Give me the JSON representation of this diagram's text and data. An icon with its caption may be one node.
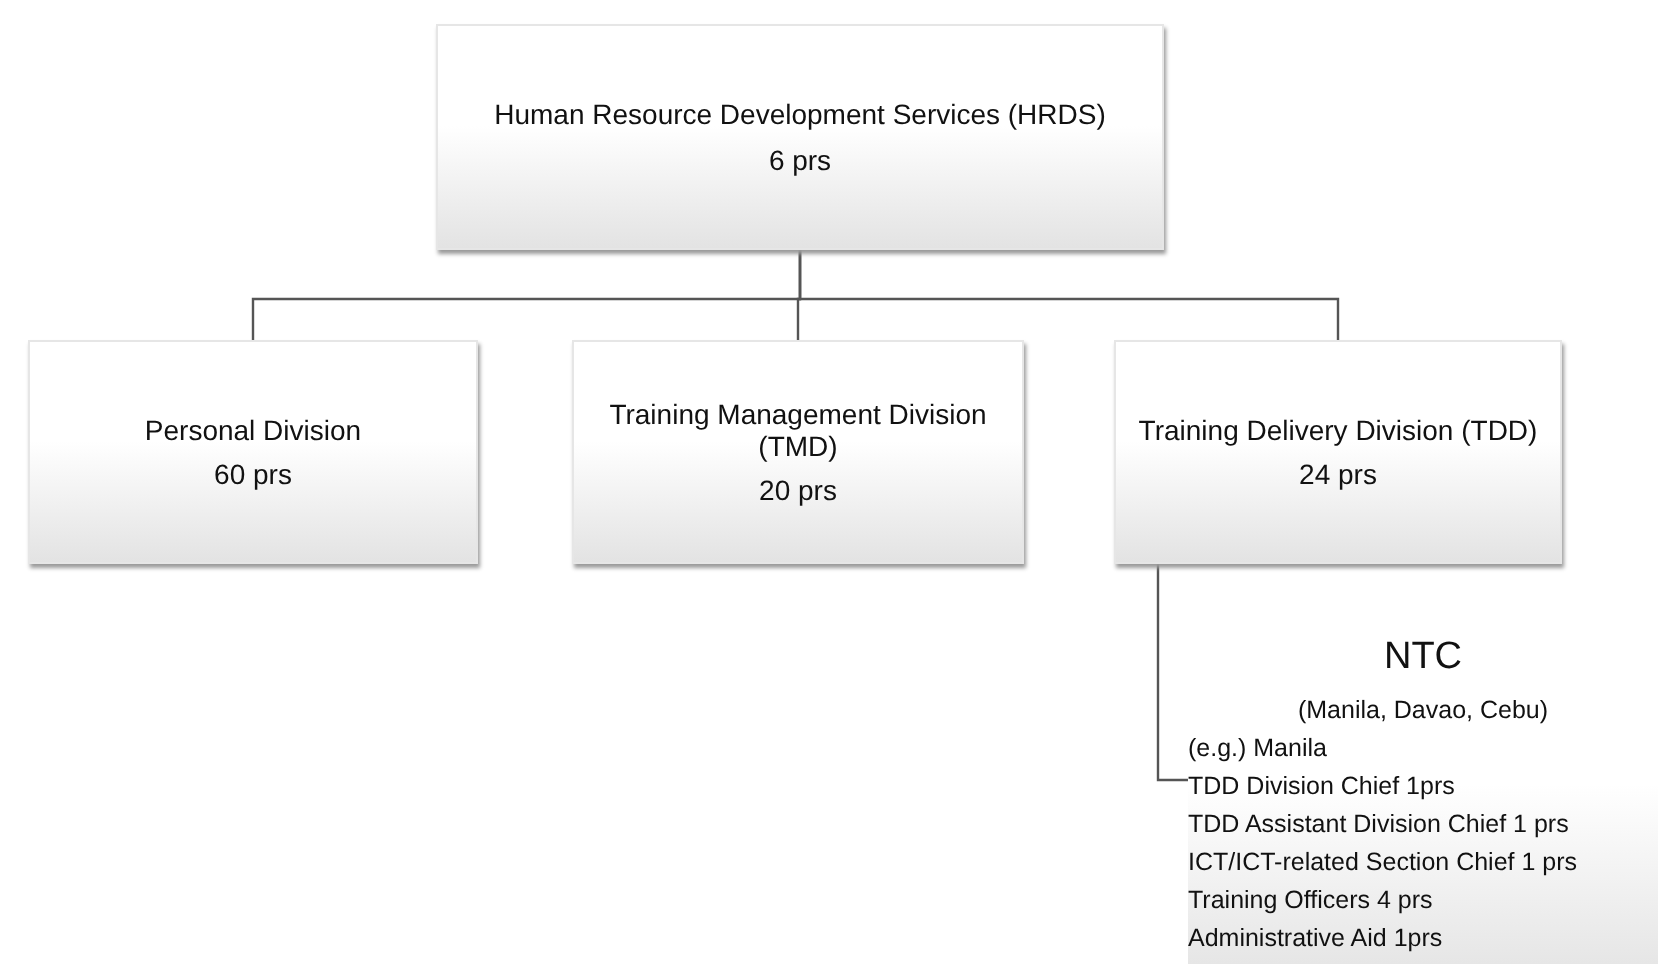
{
  "diagram": {
    "nodes": [
      {
        "text": [
          "Human Resource Development Services (HRDS)",
          "6 prs"
        ]
      },
      {
        "text": [
          "Personal Division",
          "60 prs"
        ]
      },
      {
        "text": [
          "Training Management Division (TMD)",
          "20 prs"
        ]
      },
      {
        "text": [
          "Training Delivery Division (TDD)",
          "24 prs"
        ]
      },
      {
        "text": [
          "NTC",
          "(Manila, Davao, Cebu)",
          "(e.g.) Manila",
          "TDD Division Chief 1prs",
          "TDD Assistant Division Chief 1 prs",
          "ICT/ICT-related Section Chief 1 prs",
          "Training Officers 4 prs",
          "Administrative Aid 1prs"
        ]
      }
    ],
    "edges": [
      {
        "from": 0,
        "to": 1,
        "arrow": "none"
      },
      {
        "from": 0,
        "to": 2,
        "arrow": "none"
      },
      {
        "from": 0,
        "to": 3,
        "arrow": "none"
      },
      {
        "from": 3,
        "to": 4,
        "arrow": "none"
      }
    ]
  }
}
